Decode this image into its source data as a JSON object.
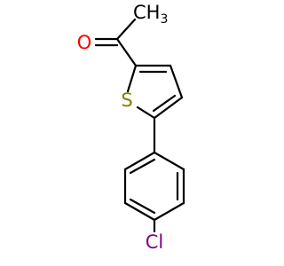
{
  "molecule": {
    "atoms": {
      "methyl": {
        "label": "CH",
        "subscript": "3",
        "color": "#000000"
      },
      "oxygen": {
        "label": "O",
        "color": "#ff0000"
      },
      "sulfur": {
        "label": "S",
        "color": "#808000"
      },
      "chlorine": {
        "label": "Cl",
        "color": "#800080"
      }
    }
  }
}
